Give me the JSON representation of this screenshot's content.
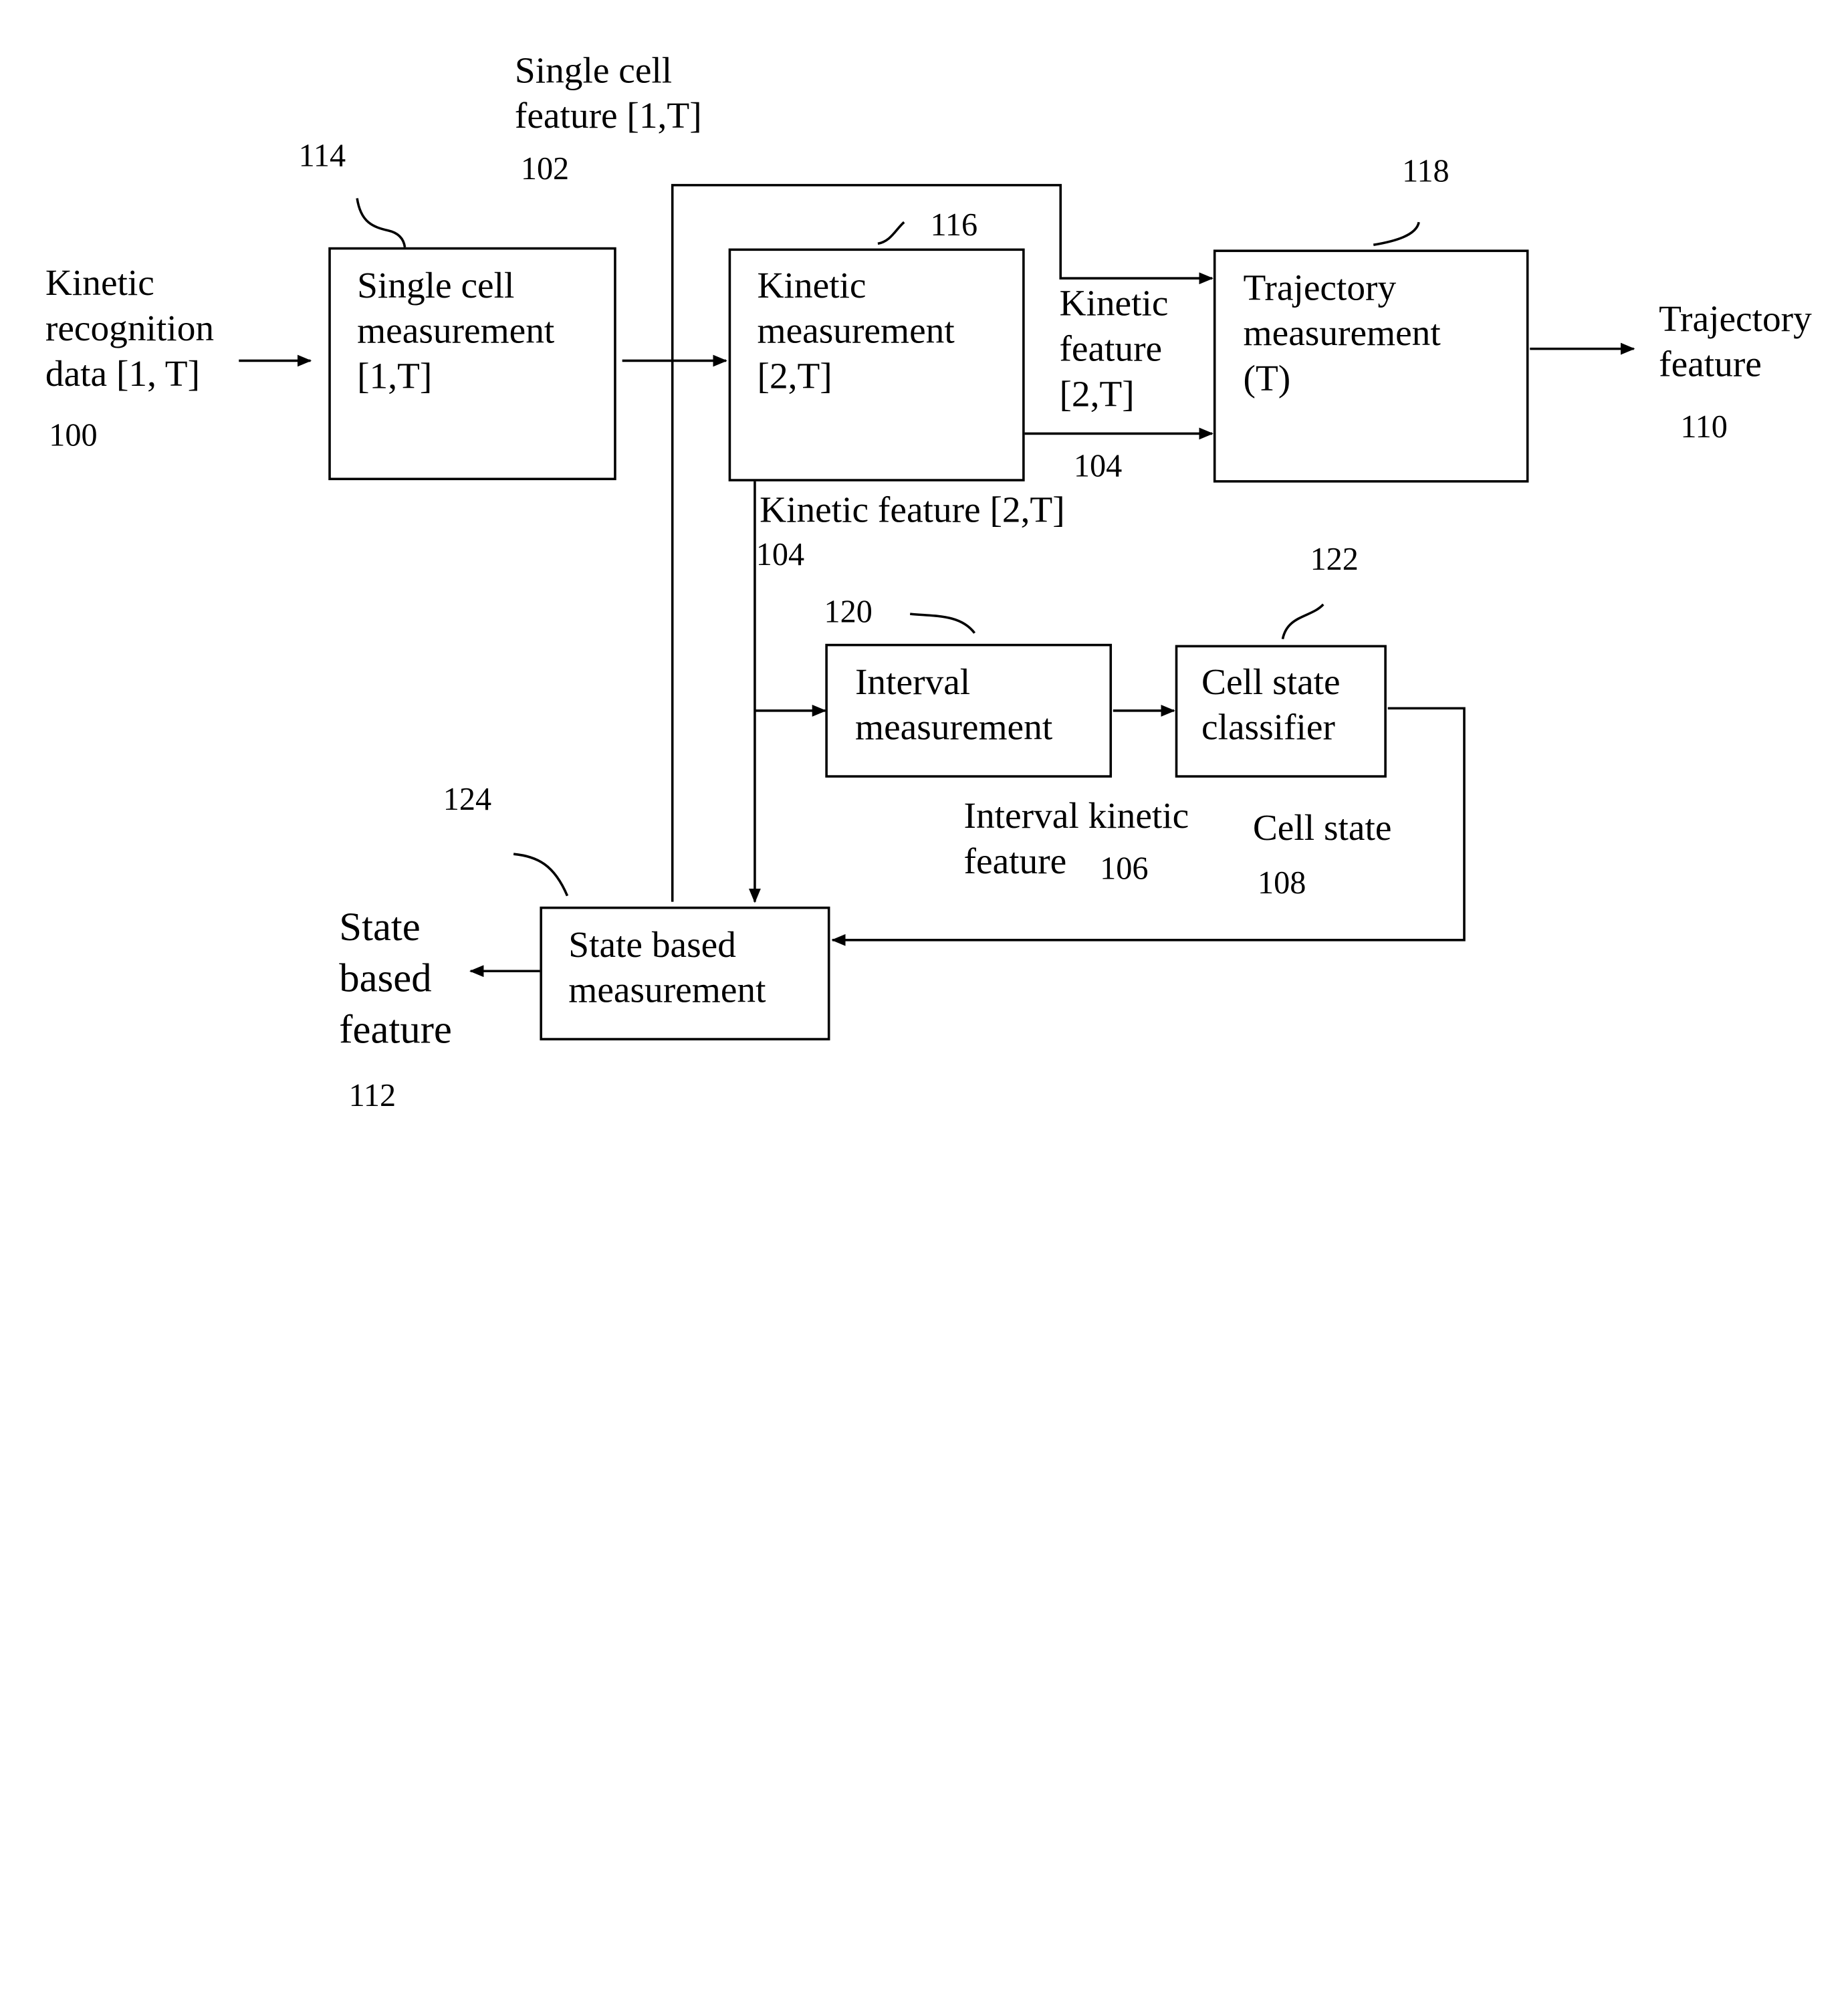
{
  "input": {
    "label": "Kinetic\nrecognition\ndata [1, T]",
    "ref": "100"
  },
  "boxes": {
    "single_cell": {
      "label": "Single cell\nmeasurement\n[1,T]",
      "ref": "114"
    },
    "kinetic": {
      "label": "Kinetic\nmeasurement\n[2,T]",
      "ref": "116"
    },
    "trajectory": {
      "label": "Trajectory\nmeasurement\n(T)",
      "ref": "118"
    },
    "interval": {
      "label": "Interval\nmeasurement",
      "ref": "120"
    },
    "cell_state_classifier": {
      "label": "Cell state\nclassifier",
      "ref": "122"
    },
    "state_based": {
      "label": "State based\nmeasurement",
      "ref": "124"
    }
  },
  "signals": {
    "single_cell_feature": {
      "label": "Single cell\nfeature [1,T]",
      "ref": "102"
    },
    "kinetic_feature_right": {
      "label": "Kinetic\nfeature\n[2,T]",
      "ref": "104"
    },
    "kinetic_feature_down": {
      "label": "Kinetic feature [2,T]",
      "ref": "104"
    },
    "interval_kinetic_feature": {
      "label": "Interval kinetic\nfeature",
      "ref": "106"
    },
    "cell_state": {
      "label": "Cell state",
      "ref": "108"
    }
  },
  "outputs": {
    "trajectory_feature": {
      "label": "Trajectory\nfeature",
      "ref": "110"
    },
    "state_based_feature": {
      "label": "State\nbased\nfeature",
      "ref": "112"
    }
  }
}
